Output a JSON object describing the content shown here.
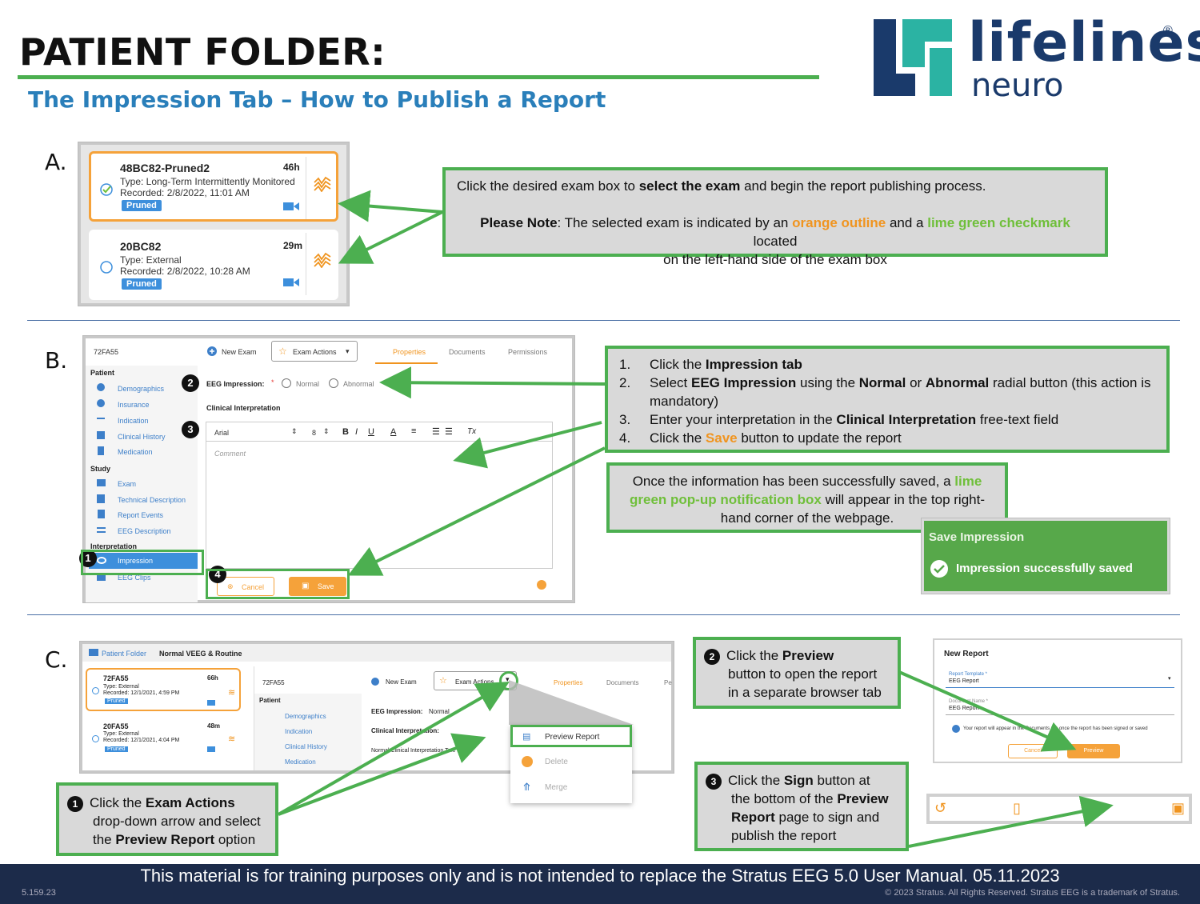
{
  "header": {
    "title": "PATIENT FOLDER:",
    "subtitle": "The Impression Tab – How to Publish a Report",
    "logo_word": "lifelines",
    "logo_sub": "neuro",
    "logo_reg": "®"
  },
  "colors": {
    "accent_green": "#4caf50",
    "title_blue": "#2a7fba",
    "brand_navy": "#1a3a6b",
    "brand_teal": "#2bb3a3",
    "orange": "#f0941f",
    "lime": "#6fbf3a"
  },
  "sectionA": {
    "letter": "A.",
    "exams": [
      {
        "name": "48BC82-Pruned2",
        "duration": "46h",
        "type": "Type: Long-Term Intermittently Monitored",
        "recorded": "Recorded: 2/8/2022, 11:01 AM",
        "badge": "Pruned",
        "selected": true
      },
      {
        "name": "20BC82",
        "duration": "29m",
        "type": "Type: External",
        "recorded": "Recorded: 2/8/2022, 10:28 AM",
        "badge": "Pruned",
        "selected": false
      }
    ],
    "callout": {
      "line1_pre": "Click the desired exam box to ",
      "line1_bold": "select the exam",
      "line1_post": " and begin the report publishing process.",
      "note_label": "Please Note",
      "note_pre": ": The selected exam is indicated by an ",
      "note_orange": "orange outline",
      "note_mid": " and a ",
      "note_lime": "lime green checkmark",
      "note_post": " located",
      "note_line2": "on the left-hand side of the exam box"
    }
  },
  "sectionB": {
    "letter": "B.",
    "ui": {
      "exam_id": "72FA55",
      "new_exam": "New Exam",
      "exam_actions": "Exam Actions",
      "tabs": [
        "Properties",
        "Documents",
        "Permissions"
      ],
      "patient_header": "Patient",
      "patient_items": [
        "Demographics",
        "Insurance",
        "Indication",
        "Clinical History",
        "Medication"
      ],
      "study_header": "Study",
      "study_items": [
        "Exam",
        "Technical Description",
        "Report Events",
        "EEG Description"
      ],
      "interp_header": "Interpretation",
      "interp_items": [
        "Impression",
        "EEG Clips"
      ],
      "eeg_impression_label": "EEG Impression:",
      "asterisk": "*",
      "normal": "Normal",
      "abnormal": "Abnormal",
      "clinical_interpretation": "Clinical Interpretation",
      "font_name": "Arial",
      "font_size": "8",
      "editor_placeholder": "Comment",
      "cancel": "Cancel",
      "save": "Save",
      "markers": [
        "1",
        "2",
        "3",
        "4"
      ],
      "toolbar_bold": "B",
      "toolbar_italic": "I",
      "toolbar_underline": "U",
      "toolbar_color": "A",
      "toolbar_clear": "Tx"
    },
    "steps_callout": {
      "steps": [
        {
          "num": "1.",
          "pre": "Click the ",
          "bold": "Impression tab",
          "post": ""
        },
        {
          "num": "2.",
          "pre": "Select ",
          "bold": "EEG Impression",
          "post": " using the ",
          "bold2": "Normal",
          "post2": " or ",
          "bold3": "Abnormal",
          "post3": " radial button (this action is"
        },
        {
          "num": "",
          "pre": "mandatory)"
        },
        {
          "num": "3.",
          "pre": "Enter your interpretation in the ",
          "bold": "Clinical Interpretation",
          "post": " free-text field"
        },
        {
          "num": "4.",
          "pre": "Click the ",
          "orange": "Save",
          "post": " button to update the report"
        }
      ]
    },
    "saved_callout": {
      "pre": "Once the information has been successfully saved, a ",
      "lime1": "lime",
      "lime2": "green pop-up notification box",
      "post1": " will appear in the top right-",
      "post2": "hand corner of the webpage."
    },
    "notification": {
      "title": "Save Impression",
      "message": "Impression successfully saved"
    }
  },
  "sectionC": {
    "letter": "C.",
    "ui": {
      "folder_label": "Patient Folder",
      "folder_type": "Normal VEEG & Routine",
      "exams": [
        {
          "name": "72FA55",
          "duration": "66h",
          "type": "Type: External",
          "recorded": "Recorded: 12/1/2021, 4:59 PM",
          "badge": "Pruned"
        },
        {
          "name": "20FA55",
          "duration": "48m",
          "type": "Type: External",
          "recorded": "Recorded: 12/1/2021, 4:04 PM",
          "badge": "Pruned"
        }
      ],
      "exam_id": "72FA55",
      "new_exam": "New Exam",
      "exam_actions": "Exam Actions",
      "tabs": [
        "Properties",
        "Documents",
        "Pe"
      ],
      "patient_header": "Patient",
      "patient_items": [
        "Demographics",
        "Indication",
        "Clinical History",
        "Medication"
      ],
      "eeg_impression": "EEG Impression:",
      "eeg_impression_value": "Normal",
      "clinical_interp": "Clinical Interpretation:",
      "interp_text": "Normal Clinical Interpretation Text",
      "menu": [
        "Preview Report",
        "Delete",
        "Merge"
      ]
    },
    "new_report": {
      "title": "New Report",
      "template_label": "Report Template *",
      "template_value": "EEG Report",
      "doc_label": "Document Name *",
      "doc_value": "EEG Report",
      "info": "Your report will appear in the Documents tab once the report has been signed or saved",
      "cancel": "Cancel",
      "preview": "Preview"
    },
    "callout1": {
      "num": "1",
      "pre": "Click the ",
      "bold1": "Exam Actions",
      "line2": "drop-down arrow and select",
      "pre3": "the ",
      "bold3": "Preview Report",
      "post3": " option"
    },
    "callout2": {
      "num": "2",
      "pre": "Click the ",
      "bold1": "Preview",
      "line2": "button to open the report",
      "line3": "in a separate browser tab"
    },
    "callout3": {
      "num": "3",
      "pre": "Click the ",
      "bold1": "Sign",
      "post1": " button at",
      "line2_pre": "the bottom of the ",
      "line2_bold": "Preview",
      "line3_bold": "Report",
      "line3_post": " page to sign and",
      "line4": "publish the report"
    }
  },
  "footer": {
    "main": "This material is for training purposes only and is not intended to replace the Stratus EEG 5.0 User Manual. 05.11.2023",
    "left": "5.159.23",
    "right": "© 2023 Stratus. All Rights Reserved. Stratus EEG is a trademark of Stratus."
  }
}
